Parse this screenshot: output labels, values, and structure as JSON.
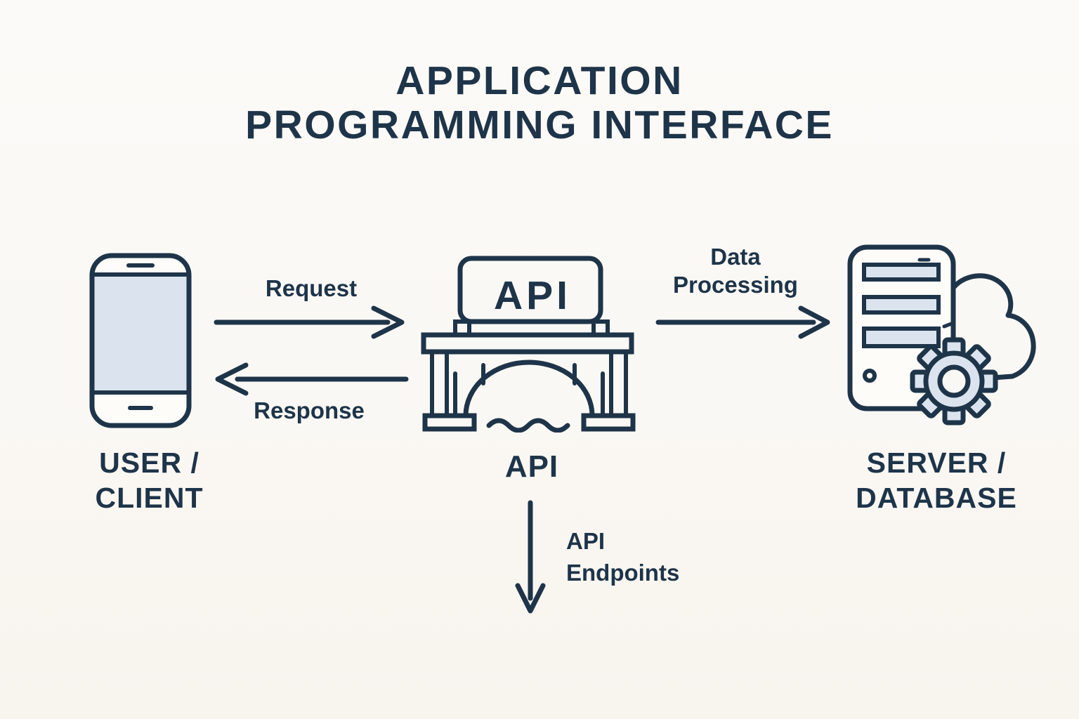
{
  "title": "APPLICATION\nPROGRAMMING INTERFACE",
  "colors": {
    "ink": "#1e3449",
    "light_fill": "#dbe4ee",
    "background": "#faf8f4"
  },
  "nodes": {
    "client": {
      "label": "USER /\nCLIENT",
      "icon": "smartphone-icon"
    },
    "api": {
      "label": "API",
      "sign": "API",
      "icon": "bridge-icon"
    },
    "server": {
      "label": "SERVER /\nDATABASE",
      "icon": "server-cloud-gear-icon"
    }
  },
  "flows": {
    "request": {
      "label": "Request",
      "from": "client",
      "to": "api",
      "direction": "right"
    },
    "response": {
      "label": "Response",
      "from": "api",
      "to": "client",
      "direction": "left"
    },
    "data_processing": {
      "label": "Data\nProcessing",
      "from": "api",
      "to": "server",
      "direction": "right"
    },
    "api_endpoints": {
      "label": "API\nEndpoints",
      "from": "api",
      "to": "",
      "direction": "down"
    }
  }
}
